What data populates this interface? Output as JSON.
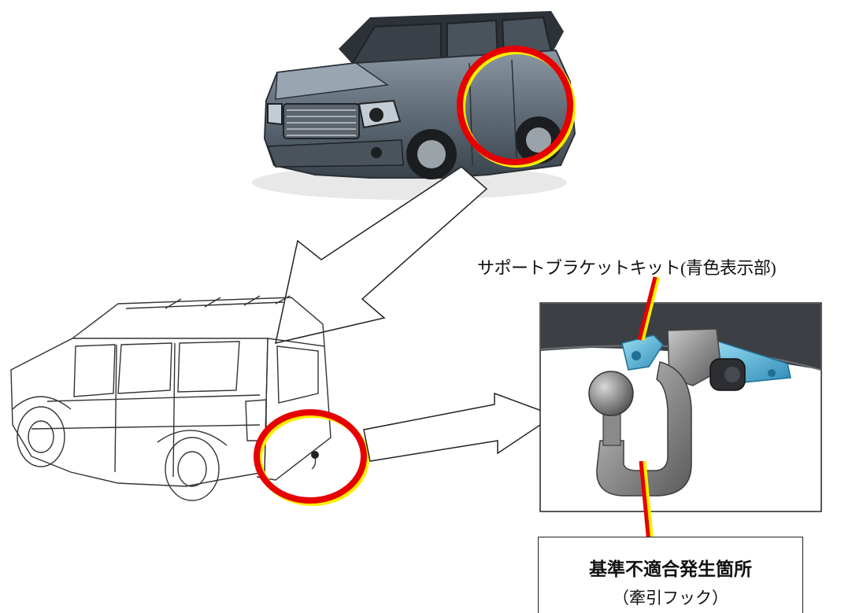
{
  "labels": {
    "support_bracket": "サポートブラケットキット(青色表示部)",
    "defect_location": "基準不適合発生箇所",
    "tow_hook": "（牽引フック）"
  },
  "colors": {
    "highlight_circle": "#e60000",
    "circle_shadow": "#ffee00",
    "bracket_blue": "#4fb3d9",
    "leader_red": "#e60000",
    "leader_yellow": "#ffee00"
  }
}
